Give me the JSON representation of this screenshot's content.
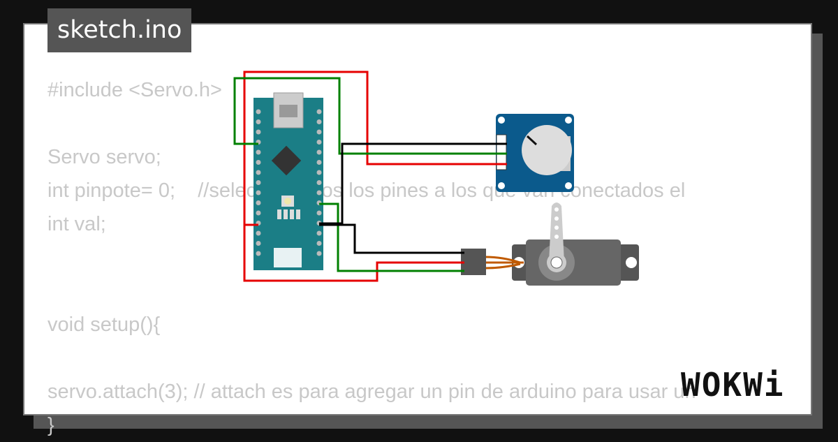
{
  "title": "sketch.ino",
  "code_lines": [
    "#include <Servo.h>",
    "",
    "Servo servo;",
    "int pinpote= 0;    //seleccionamos los pines a los que van conectados el",
    "int val;",
    "",
    "",
    "void setup(){",
    "",
    "servo.attach(3); // attach es para agregar un pin de arduino para usar un",
    "}"
  ],
  "logo": "WOKWi",
  "colors": {
    "background": "#111111",
    "card": "#ffffff",
    "code_text": "#c8c8c8",
    "badge": "#555555",
    "arduino": "#1b7e86",
    "pot": "#0b5a8c",
    "wire_red": "#e60000",
    "wire_green": "#008000",
    "wire_black": "#000000"
  }
}
